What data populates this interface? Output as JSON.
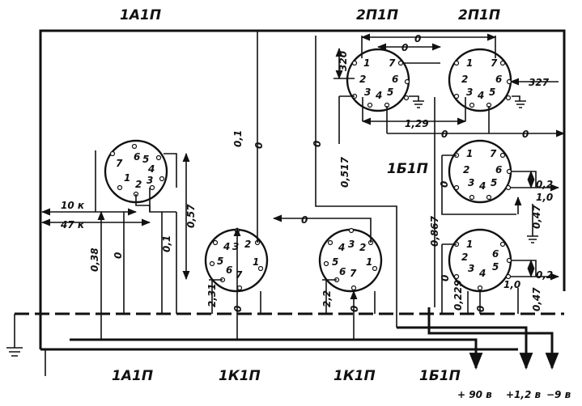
{
  "top_labels": {
    "a1p": "1А1П",
    "p1p_left": "2П1П",
    "p1p_right": "2П1П"
  },
  "bottom_labels": {
    "a1p": "1А1П",
    "k1p_1": "1К1П",
    "k1p_2": "1К1П",
    "b1p": "1Б1П"
  },
  "mid_label_b1p": "1Б1П",
  "supplies": {
    "plus90": "+ 90 в",
    "plus12": "+1,2 в",
    "minus9": "−9 в"
  },
  "measurements": {
    "tenk": "10 к",
    "fortysevenk": "47 к",
    "a1_038": "0,38",
    "a1_0a": "0",
    "a1_01": "0,1",
    "a1_057": "0,57",
    "k1a_01": "0,1",
    "k1a_0": "0",
    "k1a_231": "2,31",
    "k1a_0b": "0",
    "k1b_0a": "0",
    "k1b_0517": "0,517",
    "k1b_0h": "0",
    "k1b_22": "2,2",
    "k1b_0b": "0",
    "p1_320": "320",
    "p1_0top": "0",
    "p1_0mid": "0",
    "p1_327": "327",
    "p1_129": "1,29",
    "p1_0bot": "0",
    "p1_0right": "0",
    "b1_0v": "0",
    "b1_0867": "0,867",
    "b1u_02": "0,2",
    "b1u_10": "1,0",
    "b1u_047": "0,47",
    "b1l_0": "0",
    "b1l_0229": "0,229",
    "b1l_02": "0,2",
    "b1l_10": "1,0",
    "b1l_047": "0,47",
    "b1l_0b": "0"
  },
  "sockets": [
    {
      "id": "a1p",
      "pins": [
        "7",
        "6",
        "5",
        "4",
        "3",
        "2",
        "1"
      ]
    },
    {
      "id": "k1p1",
      "pins": [
        "4",
        "3",
        "2",
        "5",
        "6",
        "7",
        "1"
      ]
    },
    {
      "id": "k1p2",
      "pins": [
        "4",
        "3",
        "2",
        "5",
        "6",
        "7",
        "1"
      ]
    },
    {
      "id": "p1p1",
      "pins": [
        "1",
        "7",
        "2",
        "6",
        "3",
        "4",
        "5"
      ]
    },
    {
      "id": "p1p2",
      "pins": [
        "1",
        "7",
        "2",
        "6",
        "3",
        "4",
        "5"
      ]
    },
    {
      "id": "b1p1",
      "pins": [
        "1",
        "7",
        "2",
        "6",
        "3",
        "4",
        "5"
      ]
    },
    {
      "id": "b1p2",
      "pins": [
        "1",
        "6",
        "2",
        "5",
        "3",
        "4"
      ]
    }
  ]
}
